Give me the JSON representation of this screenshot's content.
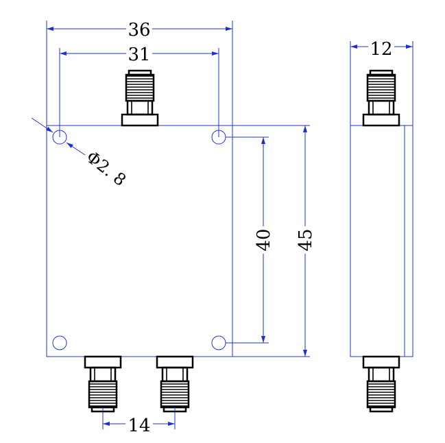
{
  "dimensions": {
    "overall_width": "36",
    "hole_pitch_horizontal": "31",
    "hole_diameter": "Φ2. 8",
    "hole_pitch_vertical": "40",
    "overall_height": "45",
    "thickness": "12",
    "output_connector_pitch": "14"
  },
  "colors": {
    "dimension_lines": "#1f2fd6",
    "outline": "#000000",
    "background": "#ffffff"
  }
}
